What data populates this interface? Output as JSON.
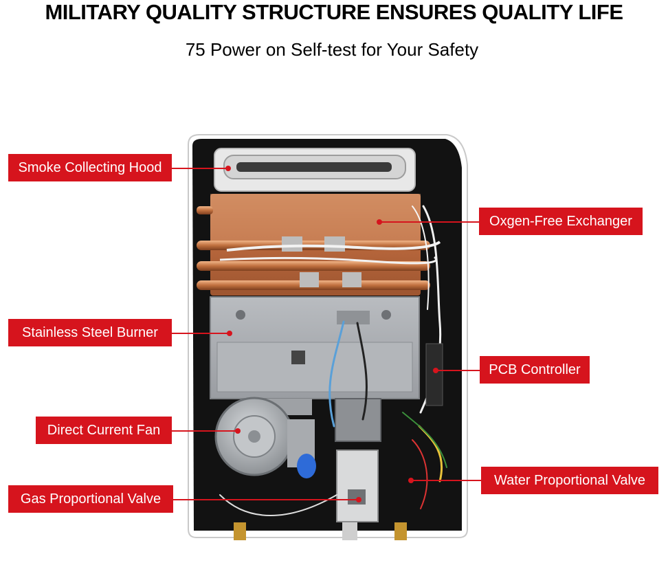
{
  "header": {
    "title": "MILITARY QUALITY STRUCTURE ENSURES QUALITY LIFE",
    "subtitle": "75 Power on Self-test for Your Safety"
  },
  "callouts": {
    "smoke_hood": "Smoke Collecting Hood",
    "exchanger": "Oxgen-Free Exchanger",
    "burner": "Stainless Steel Burner",
    "pcb": "PCB Controller",
    "fan": "Direct Current Fan",
    "water_valve": "Water Proportional Valve",
    "gas_valve": "Gas Proportional Valve"
  },
  "colors": {
    "callout_bg": "#d6141d",
    "callout_text": "#ffffff",
    "copper": "#c8794a",
    "steel": "#a9acb0",
    "housing": "#111111"
  }
}
